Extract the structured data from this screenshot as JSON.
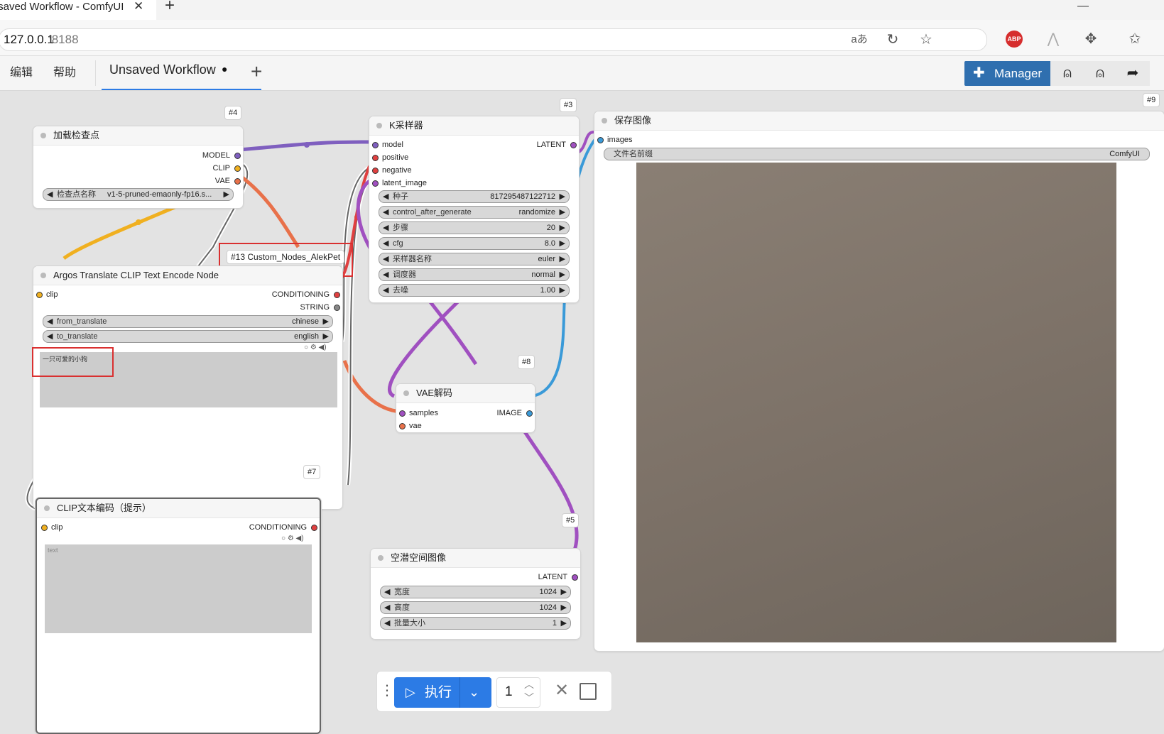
{
  "browser": {
    "tab_title": "Unsaved Workflow - ComfyUI",
    "new_tab_glyph": "+",
    "url_host": "127.0.0.1",
    "url_port": ":8188",
    "icons": [
      "translate-icon",
      "refresh-edge-icon",
      "favorite-star-icon",
      "adblock-icon",
      "brand-icon",
      "extensions-icon",
      "favorites-icon"
    ]
  },
  "app": {
    "menu": [
      "编辑",
      "帮助"
    ],
    "workflow_tab": "Unsaved Workflow",
    "unsaved_dot": "●",
    "add_tab": "+",
    "manager_label": "Manager",
    "accent": "#2f6faf"
  },
  "nodes": {
    "checkpoint": {
      "id": "#4",
      "title": "加载检查点",
      "outputs": [
        "MODEL",
        "CLIP",
        "VAE"
      ],
      "widget_name": "检查点名称",
      "widget_value": "v1-5-pruned-emaonly-fp16.s..."
    },
    "argos": {
      "id": "#13 Custom_Nodes_AlekPet",
      "title": "Argos Translate CLIP Text Encode Node",
      "input": "clip",
      "outputs": [
        "CONDITIONING",
        "STRING"
      ],
      "from_name": "from_translate",
      "from_value": "chinese",
      "to_name": "to_translate",
      "to_value": "english",
      "text": "一只可爱的小狗"
    },
    "ksampler": {
      "id": "#3",
      "title": "K采样器",
      "inputs": [
        "model",
        "positive",
        "negative",
        "latent_image"
      ],
      "output": "LATENT",
      "widgets": [
        {
          "name": "种子",
          "value": "817295487122712"
        },
        {
          "name": "control_after_generate",
          "value": "randomize"
        },
        {
          "name": "步骤",
          "value": "20"
        },
        {
          "name": "cfg",
          "value": "8.0"
        },
        {
          "name": "采样器名称",
          "value": "euler"
        },
        {
          "name": "调度器",
          "value": "normal"
        },
        {
          "name": "去噪",
          "value": "1.00"
        }
      ]
    },
    "save": {
      "id": "#9",
      "title": "保存图像",
      "input": "images",
      "widget_name": "文件名前缀",
      "widget_value": "ComfyUI"
    },
    "vae": {
      "id": "#8",
      "title": "VAE解码",
      "inputs": [
        "samples",
        "vae"
      ],
      "output": "IMAGE"
    },
    "clip7": {
      "id": "#7",
      "title": "CLIP文本编码（提示）",
      "input": "clip",
      "output": "CONDITIONING",
      "placeholder": "text"
    },
    "latent": {
      "id": "#5",
      "title": "空潜空间图像",
      "output": "LATENT",
      "widgets": [
        {
          "name": "宽度",
          "value": "1024"
        },
        {
          "name": "高度",
          "value": "1024"
        },
        {
          "name": "批量大小",
          "value": "1"
        }
      ]
    }
  },
  "queue": {
    "run_label": "执行",
    "batch_count": "1"
  },
  "colors": {
    "model": "#7f5fbf",
    "clip": "#f0b020",
    "vae": "#e8714a",
    "conditioning": "#e04040",
    "latent": "#a050c0",
    "image": "#3a9ad8",
    "run_button": "#2c7be5"
  }
}
